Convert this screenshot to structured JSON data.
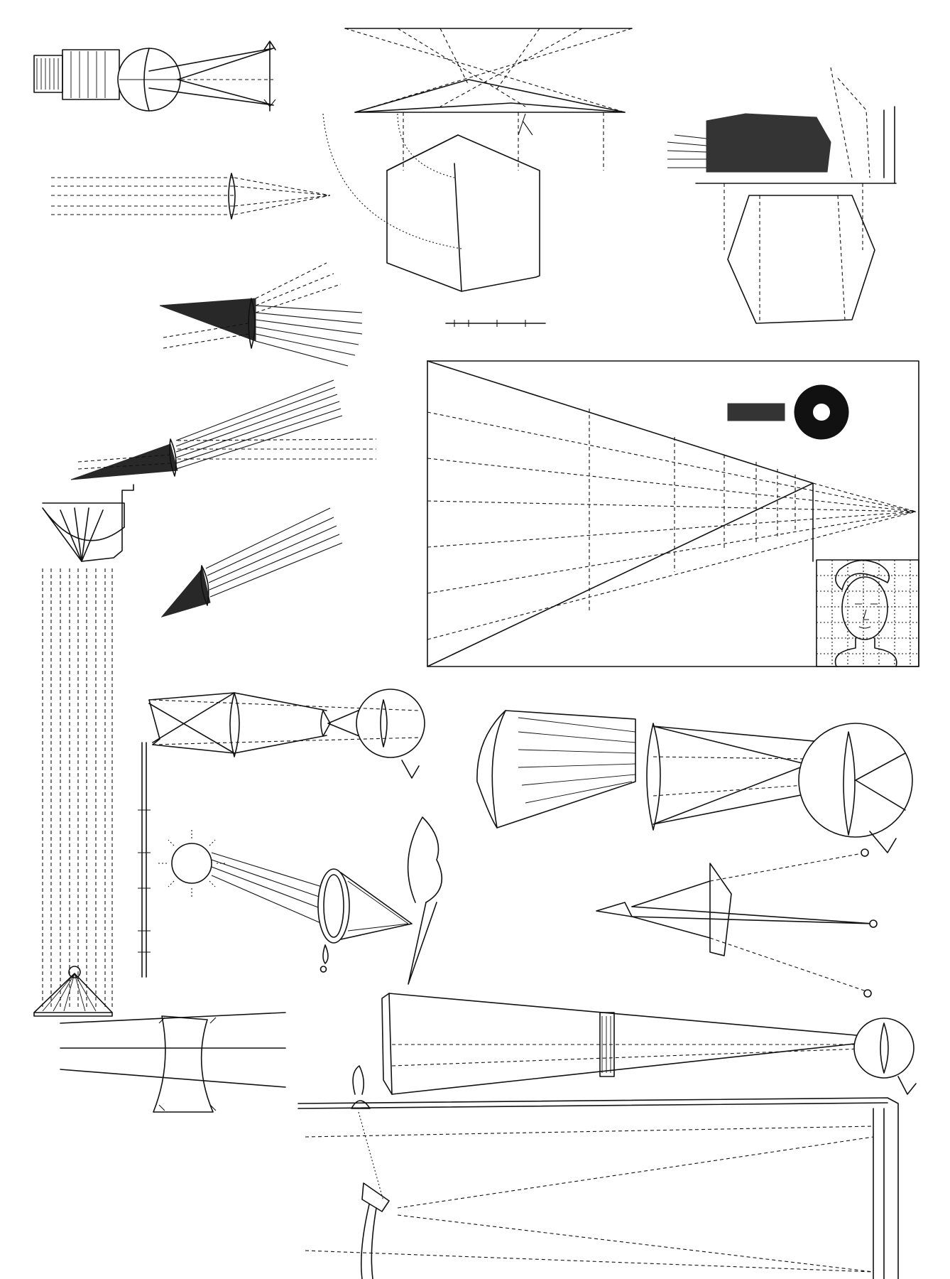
{
  "plate": {
    "colors": {
      "ink": "#111111",
      "paper": "#ffffff"
    },
    "figures": [
      "eye-lens-diagram",
      "converging-lens-rays",
      "hexagonal-prism-projection",
      "ice-crystal-block",
      "scale-bar",
      "ray-fan-lens",
      "parallel-beam-lens",
      "mirror-stand-apparatus",
      "focused-beam-cone",
      "perspective-grid-box",
      "keyhole-shape",
      "portrait-grid",
      "compound-lens-eye",
      "large-lens-eye",
      "measuring-rod",
      "sun-burning-glass",
      "prism-eye-points",
      "telescope-eye",
      "concave-lens-rays",
      "reflecting-telescope"
    ]
  }
}
